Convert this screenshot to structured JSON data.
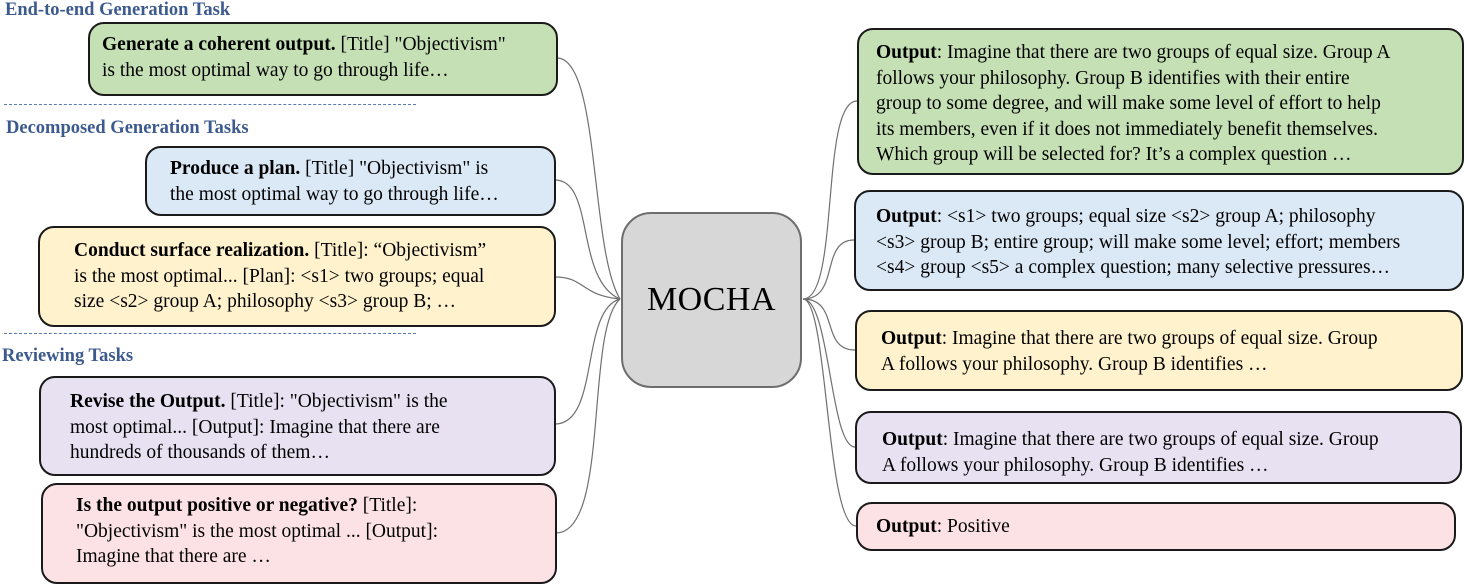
{
  "sections": {
    "end_to_end": "End-to-end Generation Task",
    "decomposed": "Decomposed Generation Tasks",
    "reviewing": "Reviewing Tasks"
  },
  "hub": {
    "label": "MOCHA",
    "color": "#d7d7d7"
  },
  "colors": {
    "heading": "#3c5a8e",
    "green": "#c5e0b4",
    "blue": "#dbe8f6",
    "yellow": "#fff2cc",
    "purple": "#e8e1f2",
    "pink": "#fde2e5"
  },
  "inputs": [
    {
      "task": "Generate a coherent output.",
      "lines": [
        " [Title] \"Objectivism\"",
        "is the most optimal way to go through life…"
      ]
    },
    {
      "task": "Produce a plan.",
      "lines": [
        " [Title] \"Objectivism\" is",
        "the most optimal way to go through life…"
      ]
    },
    {
      "task": "Conduct surface realization.",
      "lines": [
        " [Title]: “Objectivism”",
        "is the most optimal... [Plan]: <s1> two groups; equal",
        "size <s2> group A; philosophy <s3> group B; …"
      ]
    },
    {
      "task": "Revise the Output.",
      "lines": [
        " [Title]: \"Objectivism\"  is the",
        "most optimal... [Output]: Imagine that there are",
        "hundreds of thousands of them…"
      ]
    },
    {
      "task": "Is the output positive or negative?",
      "lines": [
        " [Title]:",
        "\"Objectivism\"  is the most optimal ... [Output]:",
        "Imagine that there are …"
      ]
    }
  ],
  "outputs": [
    {
      "label": "Output",
      "lines": [
        ": Imagine that there are two groups of equal size. Group A",
        "follows your philosophy. Group B identifies with their entire",
        "group to some degree, and will make some level of effort to help",
        "its members, even if it does not immediately benefit themselves.",
        "Which group will be selected for? It’s a complex question …"
      ]
    },
    {
      "label": "Output",
      "lines": [
        ": <s1> two groups; equal size <s2> group A; philosophy",
        "<s3> group B; entire group; will make some level; effort; members",
        "<s4> group <s5> a complex question; many selective pressures…"
      ]
    },
    {
      "label": "Output",
      "lines": [
        ": Imagine that there are two groups of equal size. Group",
        "A follows your philosophy. Group B identifies …"
      ]
    },
    {
      "label": "Output",
      "lines": [
        ": Imagine that there are two groups of equal size. Group",
        "A follows your philosophy. Group B identifies …"
      ]
    },
    {
      "label": "Output",
      "lines": [
        ": Positive"
      ]
    }
  ]
}
